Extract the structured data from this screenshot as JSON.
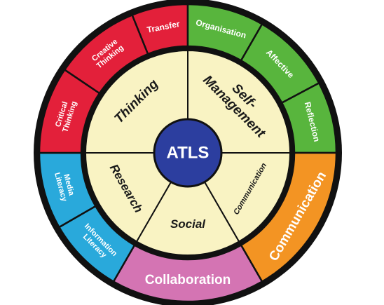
{
  "center": {
    "label": "ATLS",
    "color": "#2c3e9f"
  },
  "inner_ring": {
    "color": "#f9f3c3",
    "segments": [
      {
        "id": "thinking",
        "label": "Thinking",
        "start": 270,
        "end": 360
      },
      {
        "id": "self-management",
        "label": "Self-\nManagement",
        "start": 0,
        "end": 90
      },
      {
        "id": "communication",
        "label": "Communication",
        "start": 90,
        "end": 150
      },
      {
        "id": "social",
        "label": "Social",
        "start": 150,
        "end": 210
      },
      {
        "id": "research",
        "label": "Research",
        "start": 210,
        "end": 270
      }
    ]
  },
  "outer_ring": {
    "segments": [
      {
        "id": "transfer",
        "label": "Transfer",
        "color": "#e3203a",
        "start": 338,
        "end": 0
      },
      {
        "id": "organisation",
        "label": "Organisation",
        "color": "#58b53d",
        "start": 0,
        "end": 30
      },
      {
        "id": "affective",
        "label": "Affective",
        "color": "#58b53d",
        "start": 30,
        "end": 62
      },
      {
        "id": "reflection",
        "label": "Reflection",
        "color": "#58b53d",
        "start": 62,
        "end": 90
      },
      {
        "id": "communication-outer",
        "label": "Communication",
        "color": "#f39423",
        "start": 90,
        "end": 150
      },
      {
        "id": "collaboration",
        "label": "Collaboration",
        "color": "#d474b3",
        "start": 150,
        "end": 210
      },
      {
        "id": "information-literacy",
        "label": "Information\nLiteracy",
        "color": "#29a9db",
        "start": 210,
        "end": 240
      },
      {
        "id": "media-literacy",
        "label": "Media\nLiteracy",
        "color": "#29a9db",
        "start": 240,
        "end": 270
      },
      {
        "id": "critical-thinking",
        "label": "Critical\nThinking",
        "color": "#e3203a",
        "start": 270,
        "end": 304
      },
      {
        "id": "creative-thinking",
        "label": "Creative\nThinking",
        "color": "#e3203a",
        "start": 304,
        "end": 338
      }
    ]
  }
}
